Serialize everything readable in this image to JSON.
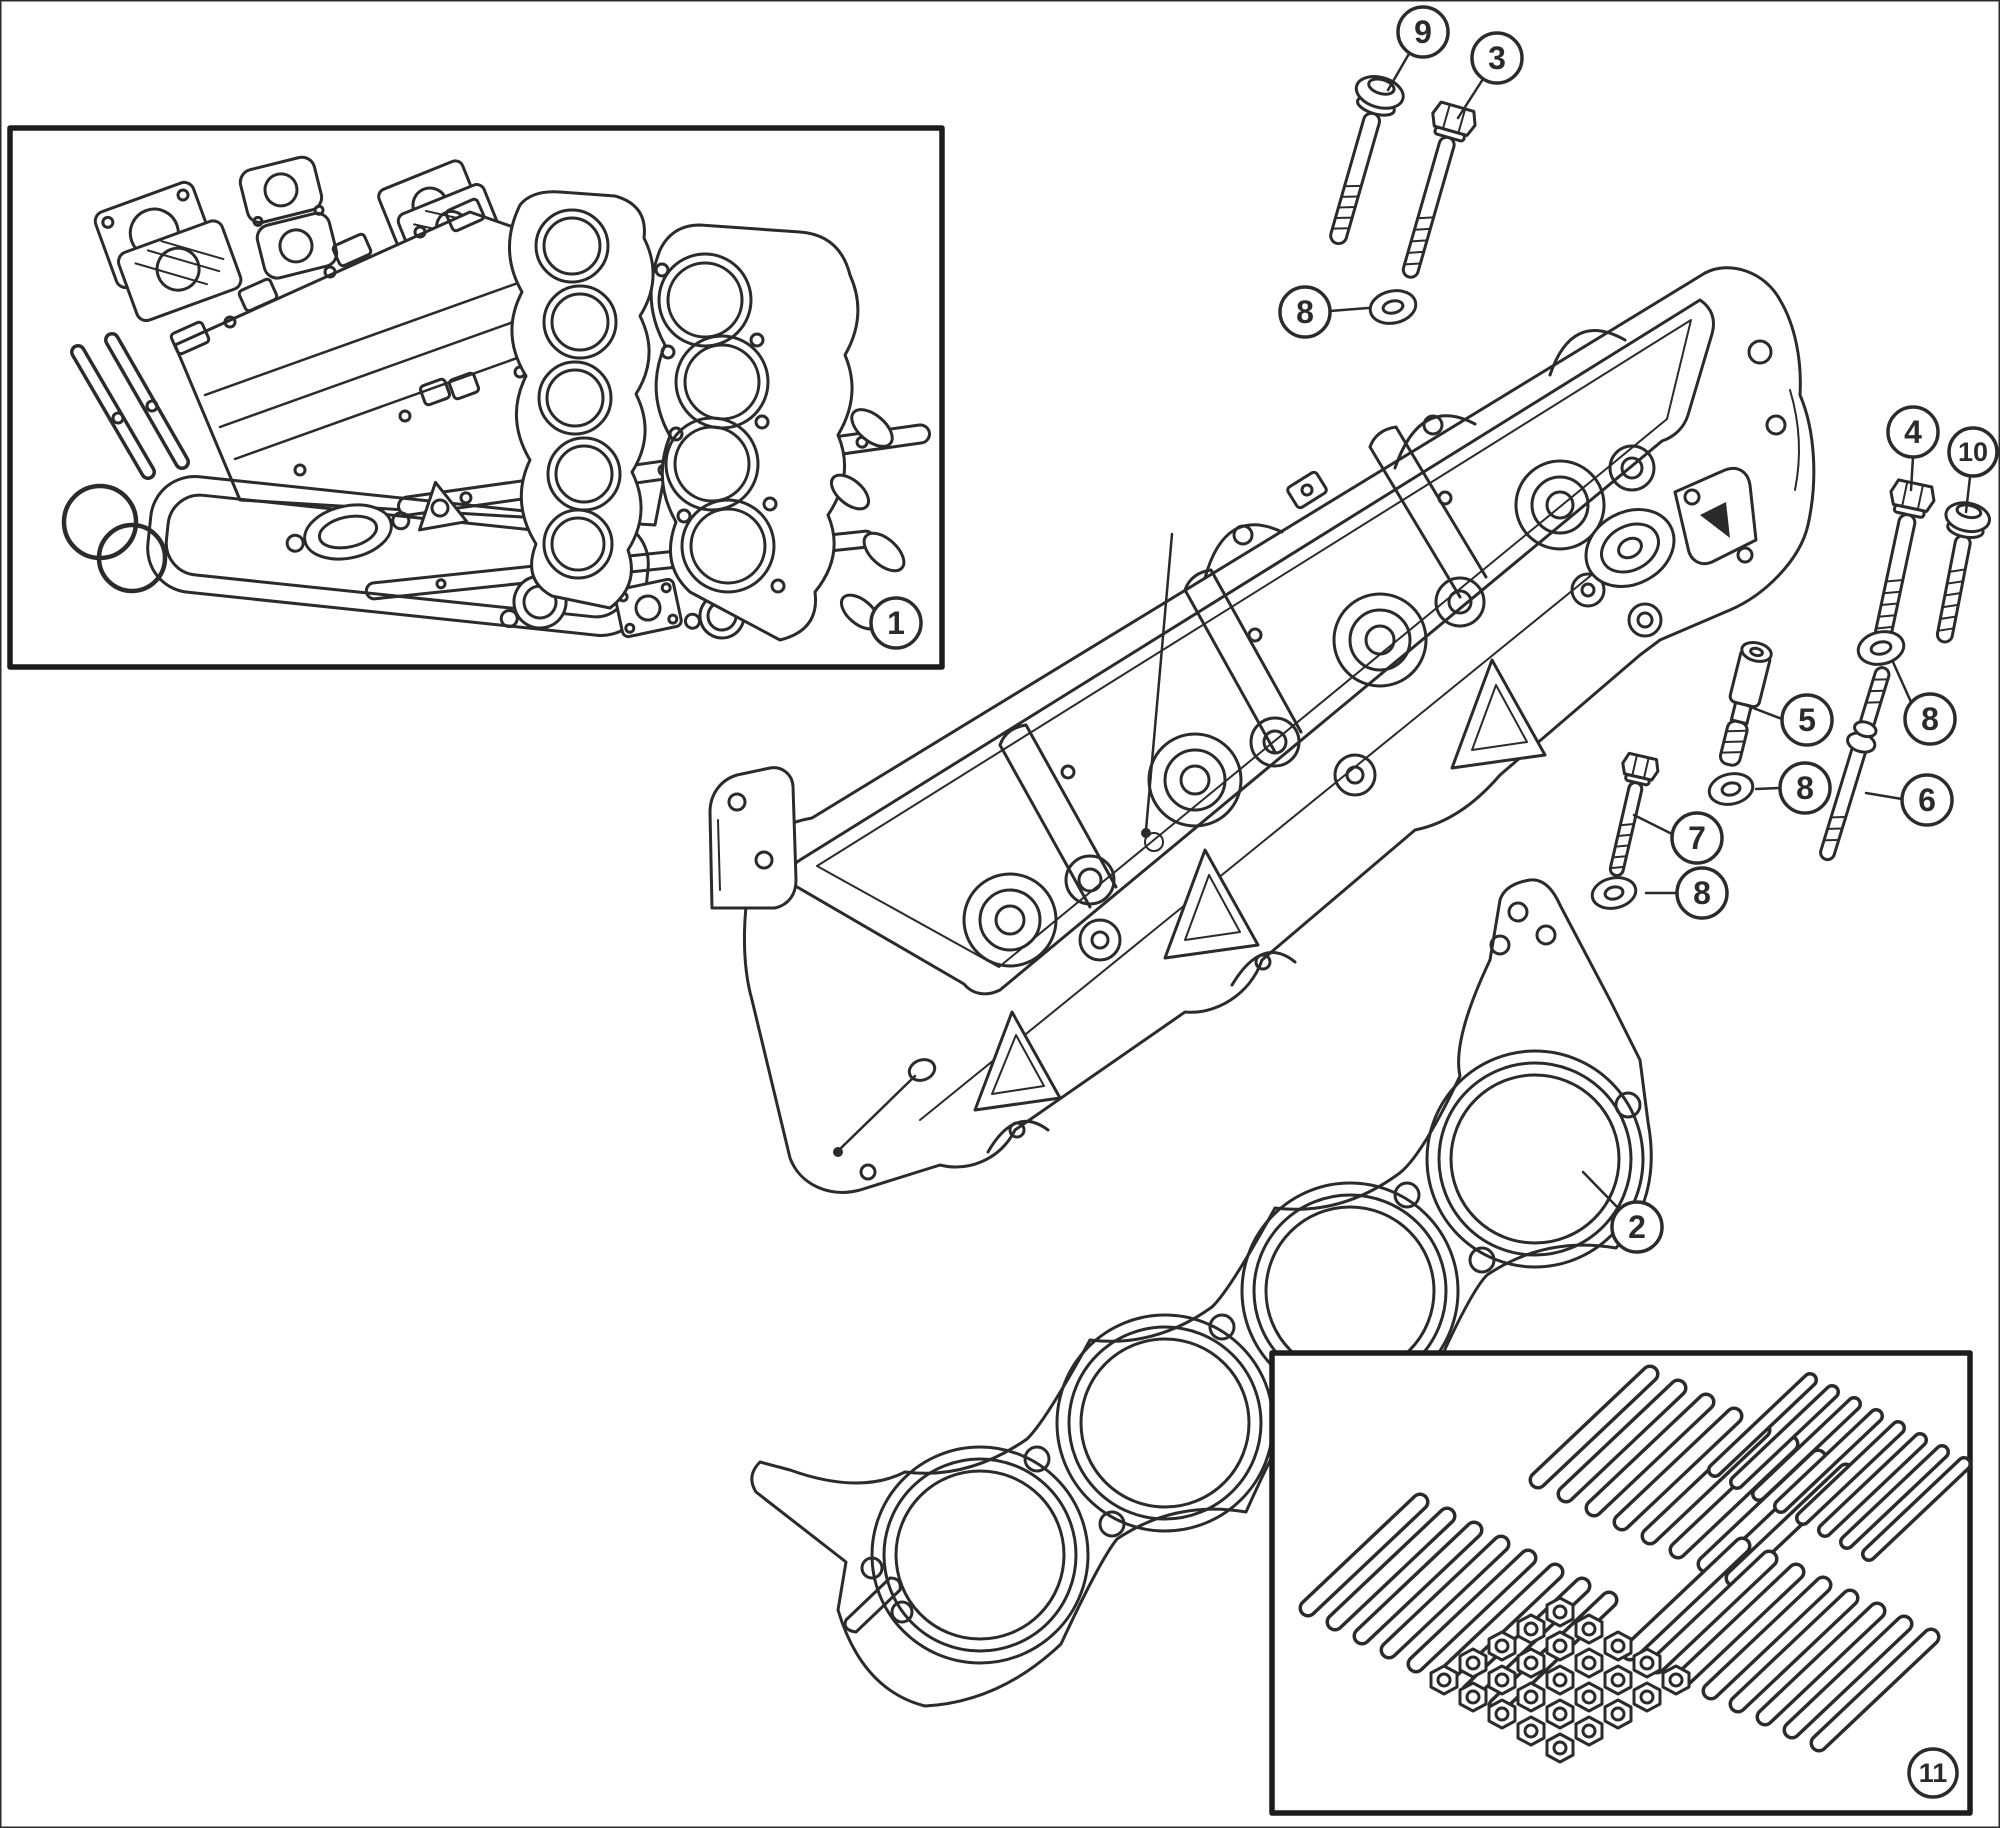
{
  "diagram": {
    "type": "exploded-parts-line-diagram",
    "background": "#ffffff",
    "line_color": "#2b2b2b",
    "callouts": {
      "c1": {
        "label": "1"
      },
      "c2": {
        "label": "2"
      },
      "c3": {
        "label": "3"
      },
      "c4": {
        "label": "4"
      },
      "c5": {
        "label": "5"
      },
      "c6": {
        "label": "6"
      },
      "c7": {
        "label": "7"
      },
      "c8a": {
        "label": "8"
      },
      "c8b": {
        "label": "8"
      },
      "c8c": {
        "label": "8"
      },
      "c8d": {
        "label": "8"
      },
      "c9": {
        "label": "9"
      },
      "c10": {
        "label": "10"
      },
      "c11": {
        "label": "11"
      }
    }
  }
}
